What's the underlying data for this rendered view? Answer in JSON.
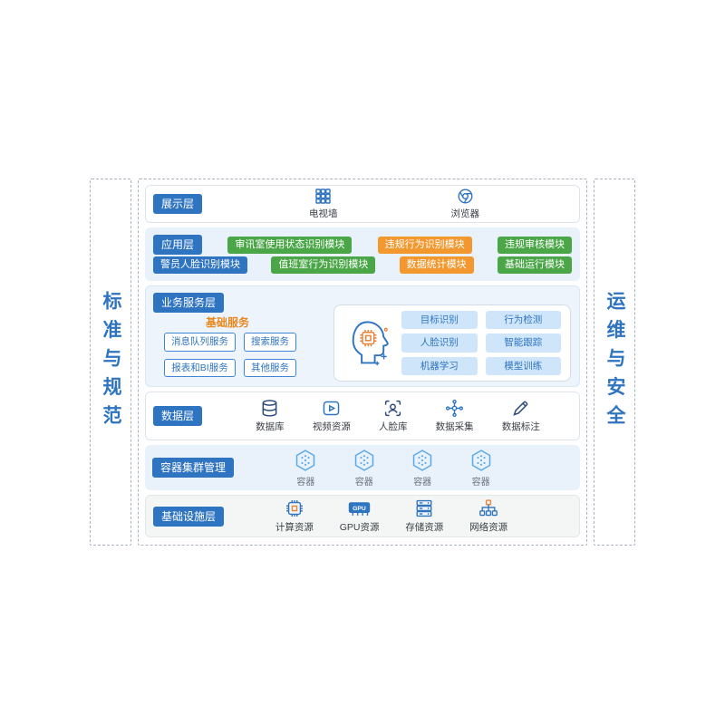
{
  "pillars": {
    "left": "标准与规范",
    "right": "运维与安全"
  },
  "display": {
    "badge": "展示层",
    "items": [
      {
        "label": "电视墙"
      },
      {
        "label": "浏览器"
      }
    ]
  },
  "application": {
    "badge": "应用层",
    "row1": [
      {
        "label": "审讯室使用状态识别模块",
        "color": "green"
      },
      {
        "label": "违规行为识别模块",
        "color": "orange"
      },
      {
        "label": "违规审核模块",
        "color": "green"
      }
    ],
    "row2": [
      {
        "label": "警员人脸识别模块",
        "color": "blue"
      },
      {
        "label": "值班室行为识别模块",
        "color": "green"
      },
      {
        "label": "数据统计模块",
        "color": "orange"
      },
      {
        "label": "基础运行模块",
        "color": "green"
      }
    ]
  },
  "service": {
    "badge": "业务服务层",
    "basic_title": "基础服务",
    "basic_services": [
      {
        "label": "消息队列服务"
      },
      {
        "label": "搜索服务"
      },
      {
        "label": "报表和BI服务"
      },
      {
        "label": "其他服务"
      }
    ],
    "ai_capabilities": [
      {
        "label": "目标识别"
      },
      {
        "label": "行为检测"
      },
      {
        "label": "人脸识别"
      },
      {
        "label": "智能跟踪"
      },
      {
        "label": "机器学习"
      },
      {
        "label": "模型训练"
      }
    ]
  },
  "data_layer": {
    "badge": "数据层",
    "items": [
      {
        "label": "数据库"
      },
      {
        "label": "视频资源"
      },
      {
        "label": "人脸库"
      },
      {
        "label": "数据采集"
      },
      {
        "label": "数据标注"
      }
    ]
  },
  "container_layer": {
    "badge": "容器集群管理",
    "items": [
      {
        "label": "容器"
      },
      {
        "label": "容器"
      },
      {
        "label": "容器"
      },
      {
        "label": "容器"
      }
    ]
  },
  "infrastructure": {
    "badge": "基础设施层",
    "gpu_text": "GPU",
    "items": [
      {
        "label": "计算资源"
      },
      {
        "label": "GPU资源"
      },
      {
        "label": "存储资源"
      },
      {
        "label": "网络资源"
      }
    ]
  },
  "colors": {
    "primary_blue": "#2f74c0",
    "module_green": "#4aa647",
    "module_orange": "#f2982f",
    "light_blue_bg": "#e9f2fb",
    "hexagon_blue": "#5aa8e8",
    "accent_orange": "#e8833a",
    "basic_title_orange": "#e8891f"
  }
}
